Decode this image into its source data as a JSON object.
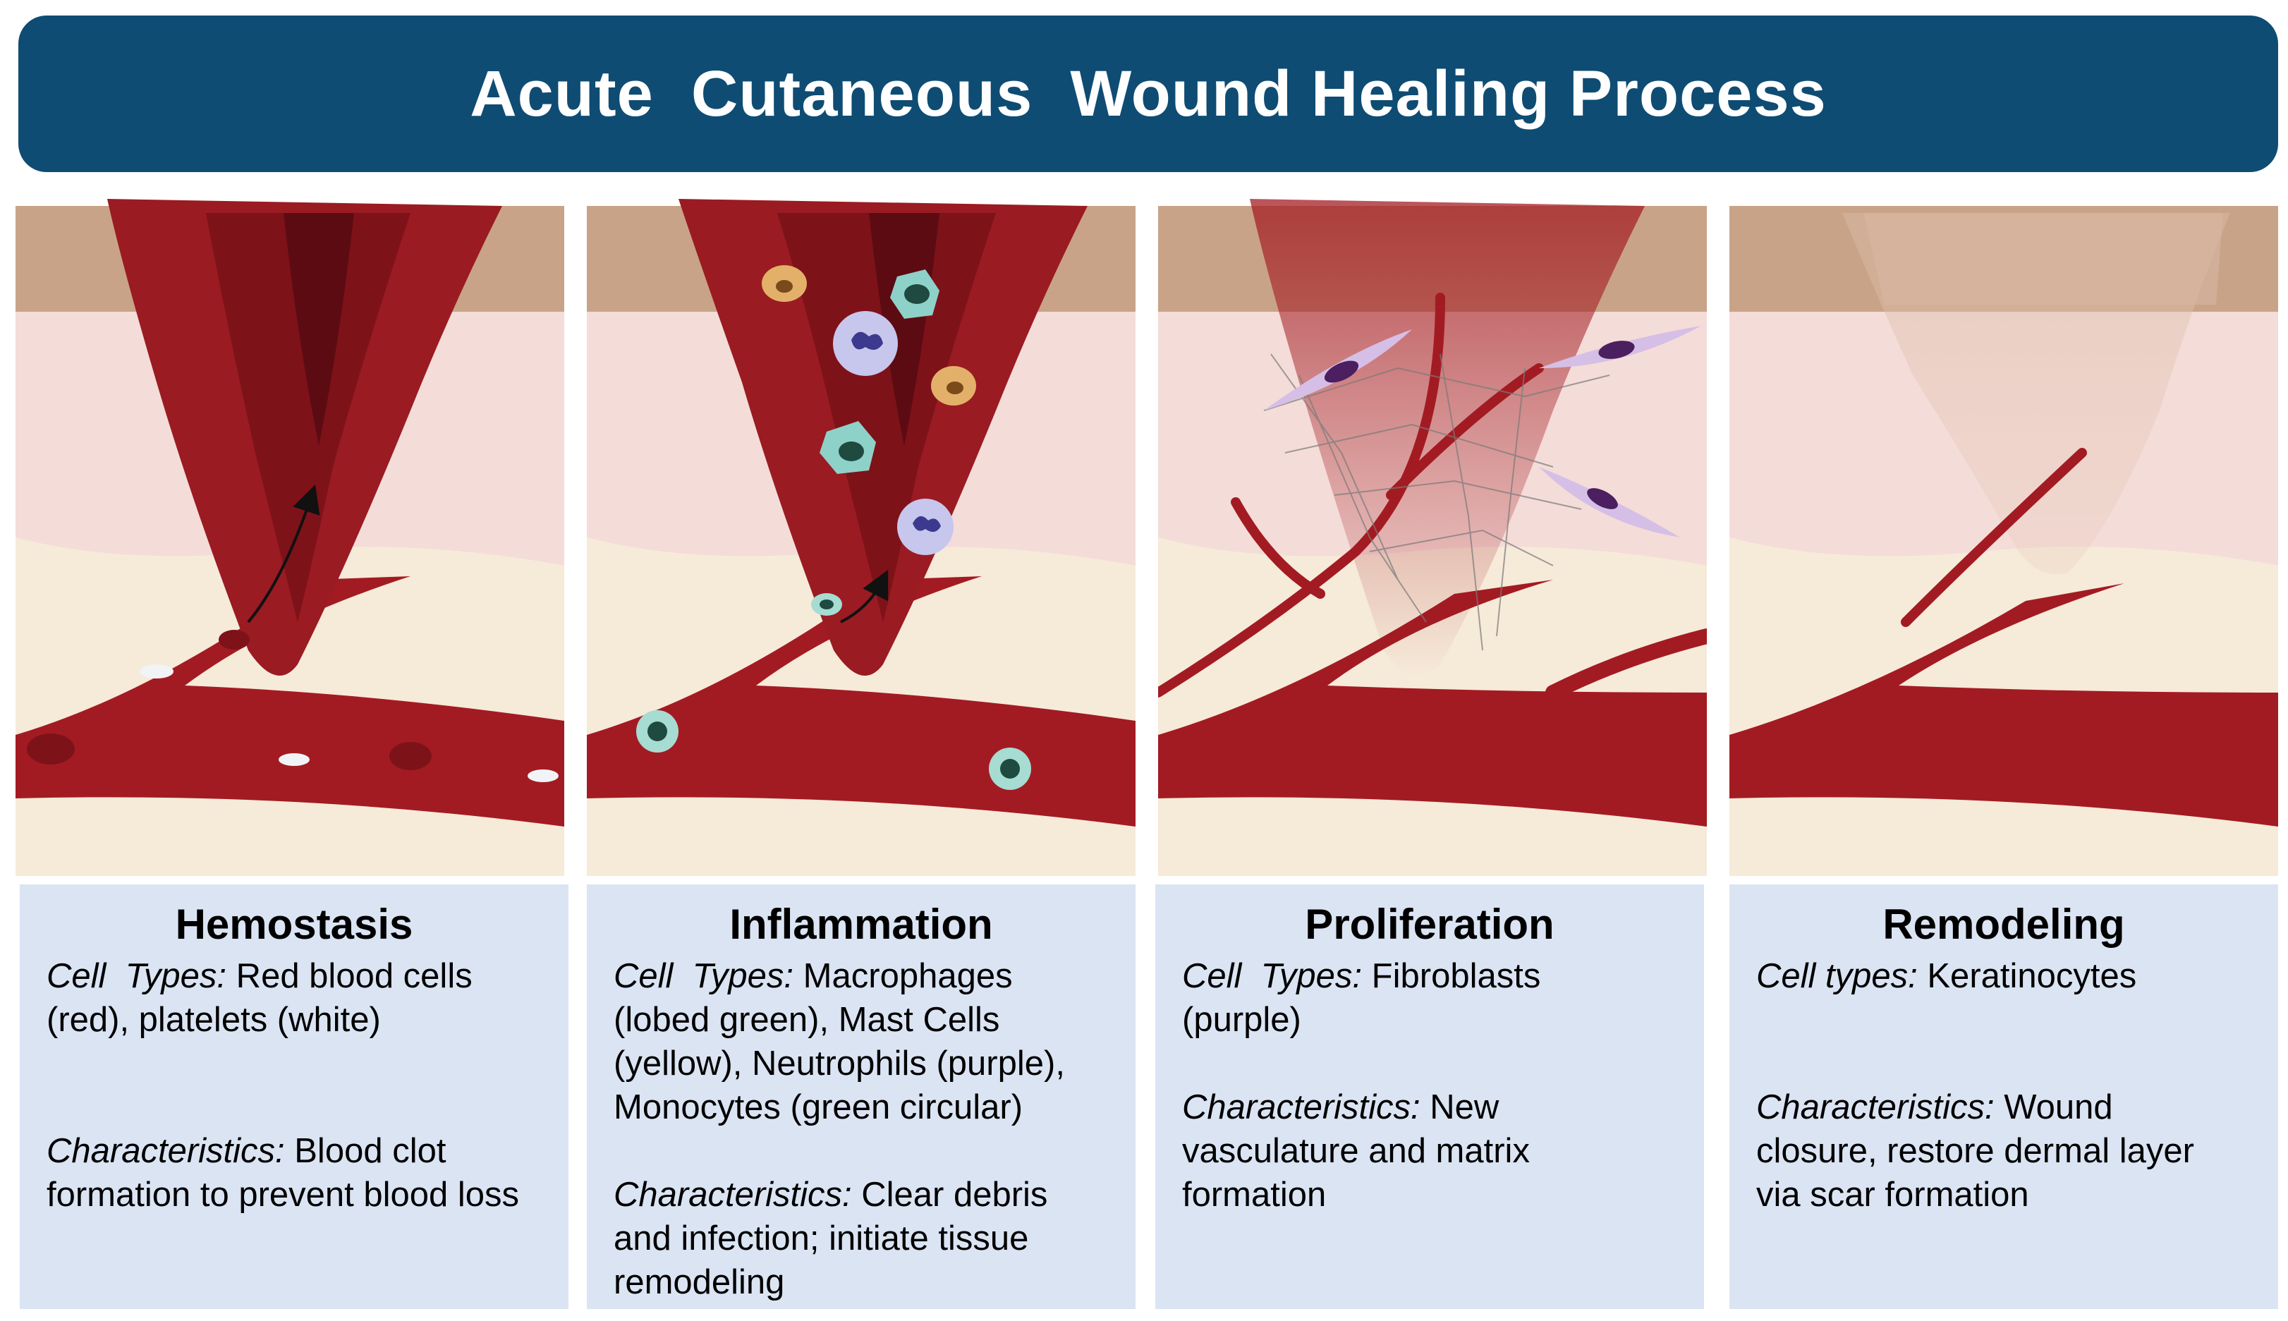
{
  "title": "Acute  Cutaneous  Wound Healing Process",
  "colors": {
    "banner": "#0e4c73",
    "caption_bg": "#dbe4f3",
    "blood": "#a31b22",
    "epidermis": "#c9a387",
    "dermis": "#f4dcd8",
    "hypodermis": "#f6ead9"
  },
  "stages": [
    {
      "name": "Hemostasis",
      "cell_types_label": "Cell  Types:",
      "cell_types_text": " Red blood cells\n(red), platelets (white)",
      "characteristics_label": "Characteristics:",
      "characteristics_text": " Blood clot\nformation to prevent blood loss"
    },
    {
      "name": "Inflammation",
      "cell_types_label": "Cell  Types:",
      "cell_types_text": " Macrophages\n(lobed green), Mast Cells\n(yellow), Neutrophils (purple),\nMonocytes (green circular)",
      "characteristics_label": "Characteristics:",
      "characteristics_text": " Clear debris\nand infection; initiate tissue\nremodeling"
    },
    {
      "name": "Proliferation",
      "cell_types_label": "Cell  Types:",
      "cell_types_text": " Fibroblasts\n(purple)",
      "characteristics_label": "Characteristics:",
      "characteristics_text": " New\nvasculature and matrix\nformation"
    },
    {
      "name": "Remodeling",
      "cell_types_label": "Cell types:",
      "cell_types_text": " Keratinocytes",
      "characteristics_label": "Characteristics:",
      "characteristics_text": " Wound\nclosure, restore dermal layer\nvia scar formation"
    }
  ]
}
